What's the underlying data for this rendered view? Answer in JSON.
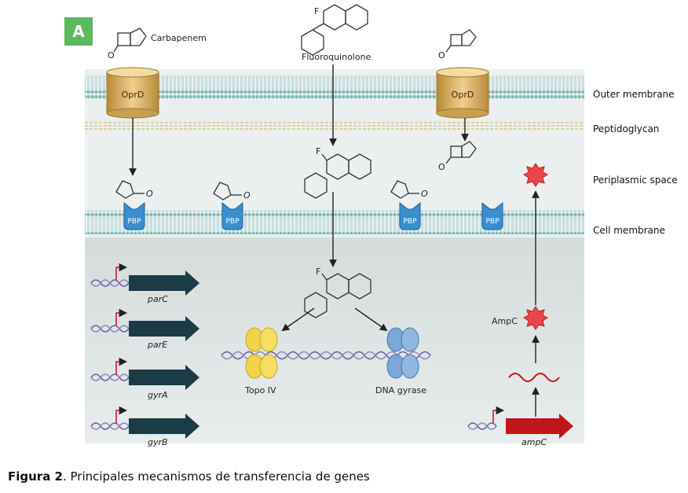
{
  "panel": {
    "letter": "A",
    "color": "#5cb85c"
  },
  "labels": {
    "carbapenem": "Carbapenem",
    "fluoroquinolone": "Fluoroquinolone",
    "oprd": "OprD",
    "pbp": "PBP",
    "topo4": "Topo IV",
    "dna_gyrase": "DNA gyrase",
    "ampc": "AmpC",
    "f_atom": "F",
    "o_atom": "O"
  },
  "layers": [
    {
      "label": "Outer membrane"
    },
    {
      "label": "Peptidoglycan"
    },
    {
      "label": "Periplasmic space"
    },
    {
      "label": "Cell membrane"
    }
  ],
  "genes": [
    {
      "label": "parC"
    },
    {
      "label": "parE"
    },
    {
      "label": "gyrA"
    },
    {
      "label": "gyrB"
    }
  ],
  "ampc_gene": {
    "label": "ampC"
  },
  "caption": {
    "bold": "Figura 2",
    "rest": ". Principales mecanismos de transferencia de genes"
  },
  "colors": {
    "membrane": "#8fc4c4",
    "oprd": "#d9b46a",
    "pbp": "#3a8fd0",
    "topo4": "#f2d34a",
    "dna_gyrase": "#7aa7d6",
    "ampc_gene": "#c0151b",
    "gene_arrow": "#1d3b44",
    "ampc_star": "#e8474a"
  }
}
